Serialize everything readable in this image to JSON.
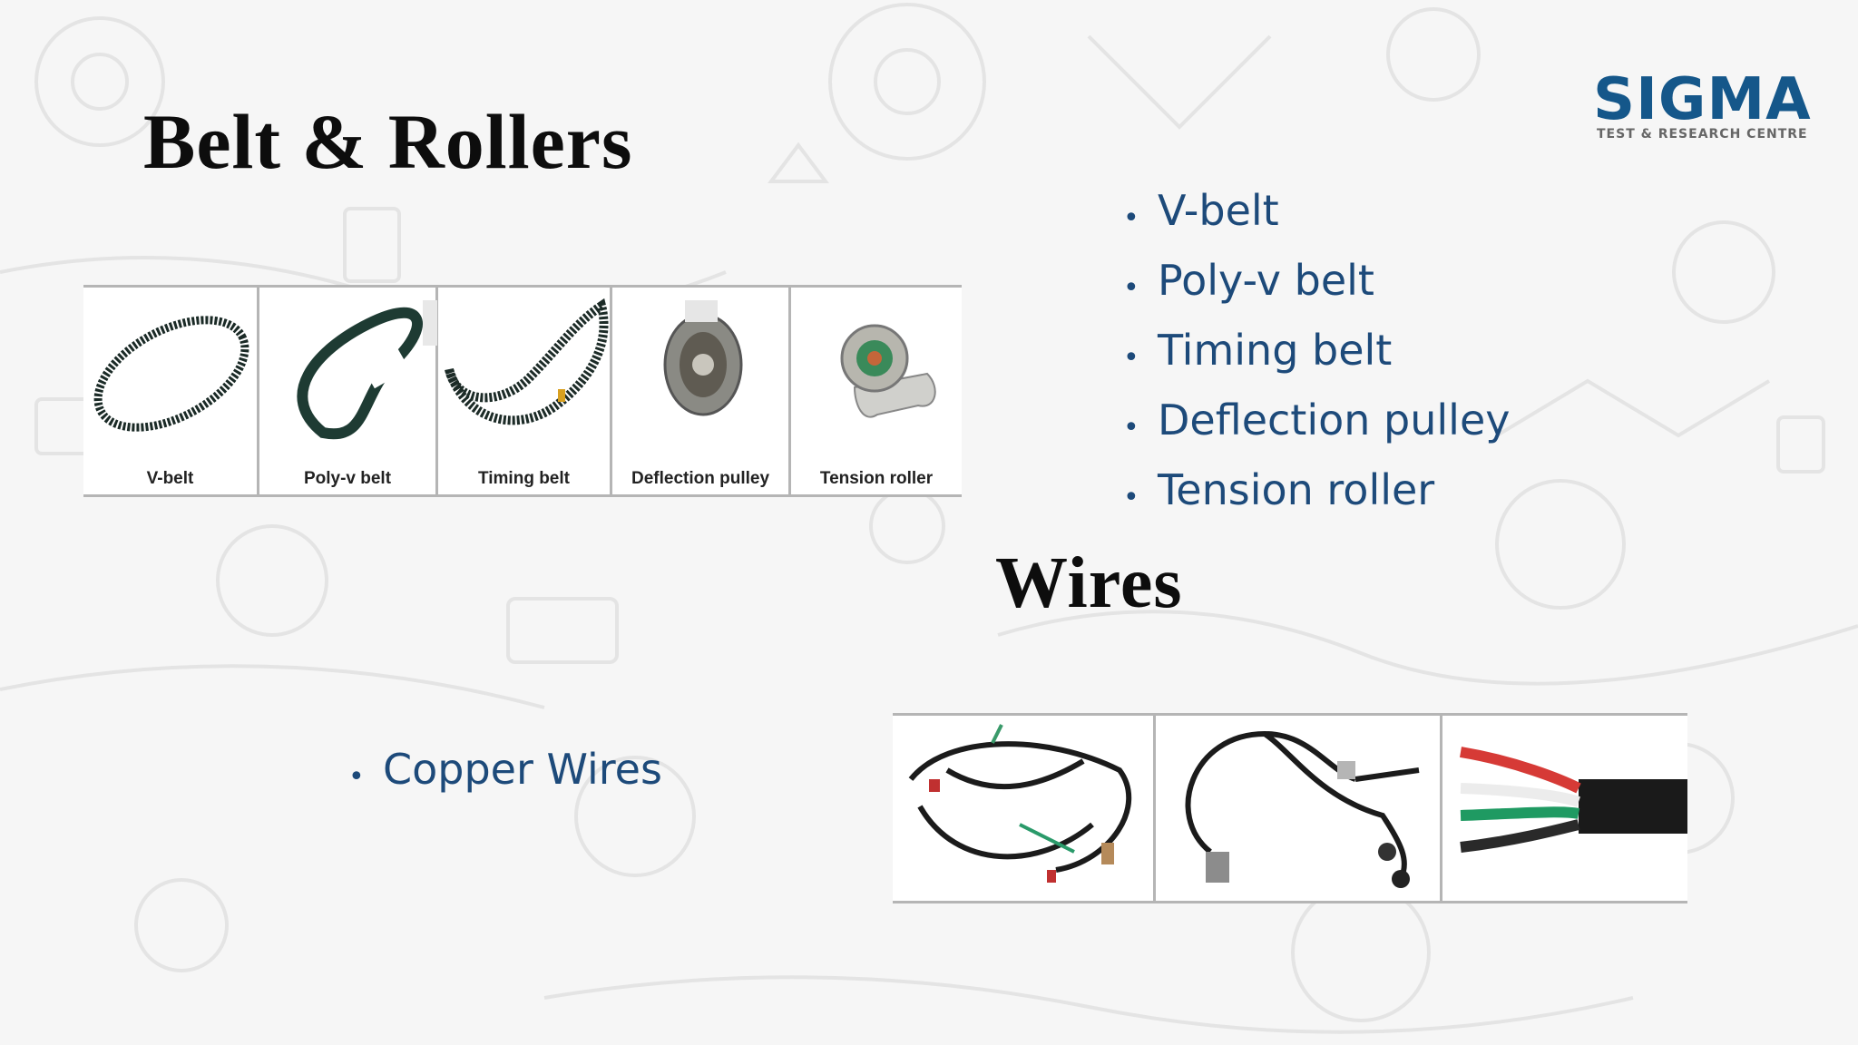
{
  "logo": {
    "word": "SIGMA",
    "subtitle": "TEST & RESEARCH CENTRE",
    "color": "#15578a"
  },
  "belts": {
    "title": "Belt & Rollers",
    "bullets": [
      "V-belt",
      "Poly-v belt",
      "Timing belt",
      "Deflection pulley",
      "Tension roller"
    ],
    "images": [
      {
        "caption": "V-belt",
        "icon": "v-belt-icon"
      },
      {
        "caption": "Poly-v belt",
        "icon": "poly-v-belt-icon"
      },
      {
        "caption": "Timing belt",
        "icon": "timing-belt-icon"
      },
      {
        "caption": "Deflection pulley",
        "icon": "deflection-pulley-icon"
      },
      {
        "caption": "Tension roller",
        "icon": "tension-roller-icon"
      }
    ]
  },
  "wires": {
    "title": "Wires",
    "bullets": [
      "Copper Wires"
    ],
    "images": [
      {
        "icon": "wire-harness-icon"
      },
      {
        "icon": "wire-harness-connector-icon"
      },
      {
        "icon": "copper-cable-icon"
      }
    ]
  },
  "colors": {
    "bullet_text": "#1d4a7a",
    "title": "#0d0d0d",
    "background": "#f6f6f6"
  }
}
